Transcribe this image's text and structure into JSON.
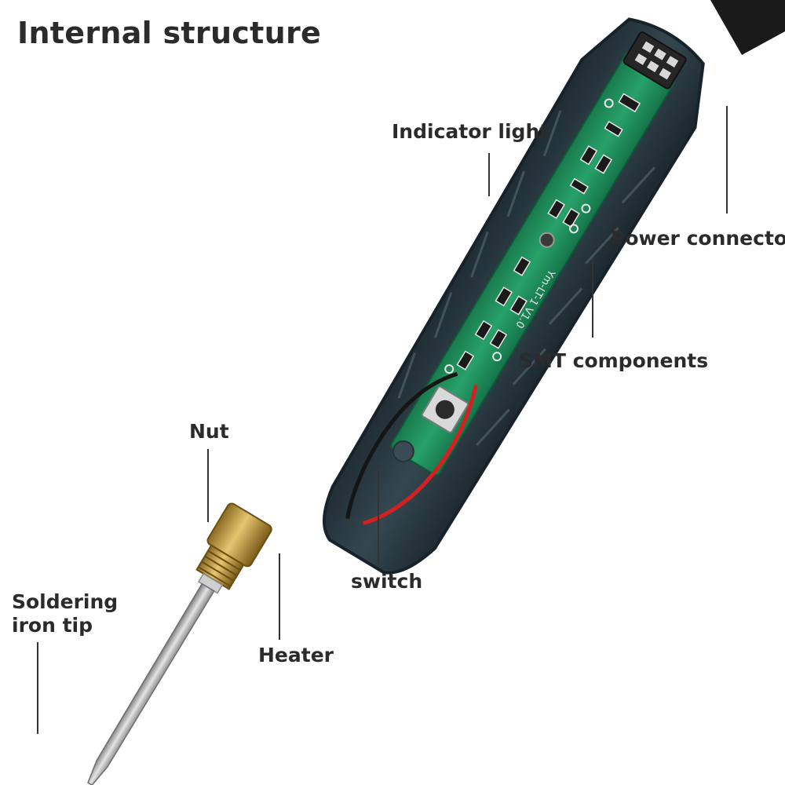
{
  "title": "Internal structure",
  "labels": {
    "indicator_light": "Indicator light",
    "power_connector": "Power connector",
    "smt_components": "SMT components",
    "nut": "Nut",
    "switch": "switch",
    "soldering_tip_line1": "Soldering",
    "soldering_tip_line2": "iron tip",
    "heater": "Heater"
  },
  "pcb_marking": "Ym-LT-1 V1.0",
  "colors": {
    "housing": "#2a3942",
    "housing_edge": "#1b262d",
    "pcb": "#1f8a5a",
    "brass": "#c9a24a",
    "steel": "#b8b8b8",
    "red_wire": "#d42020",
    "black_wire": "#151515",
    "callout_line": "#333333",
    "text": "#2b2b2b"
  }
}
